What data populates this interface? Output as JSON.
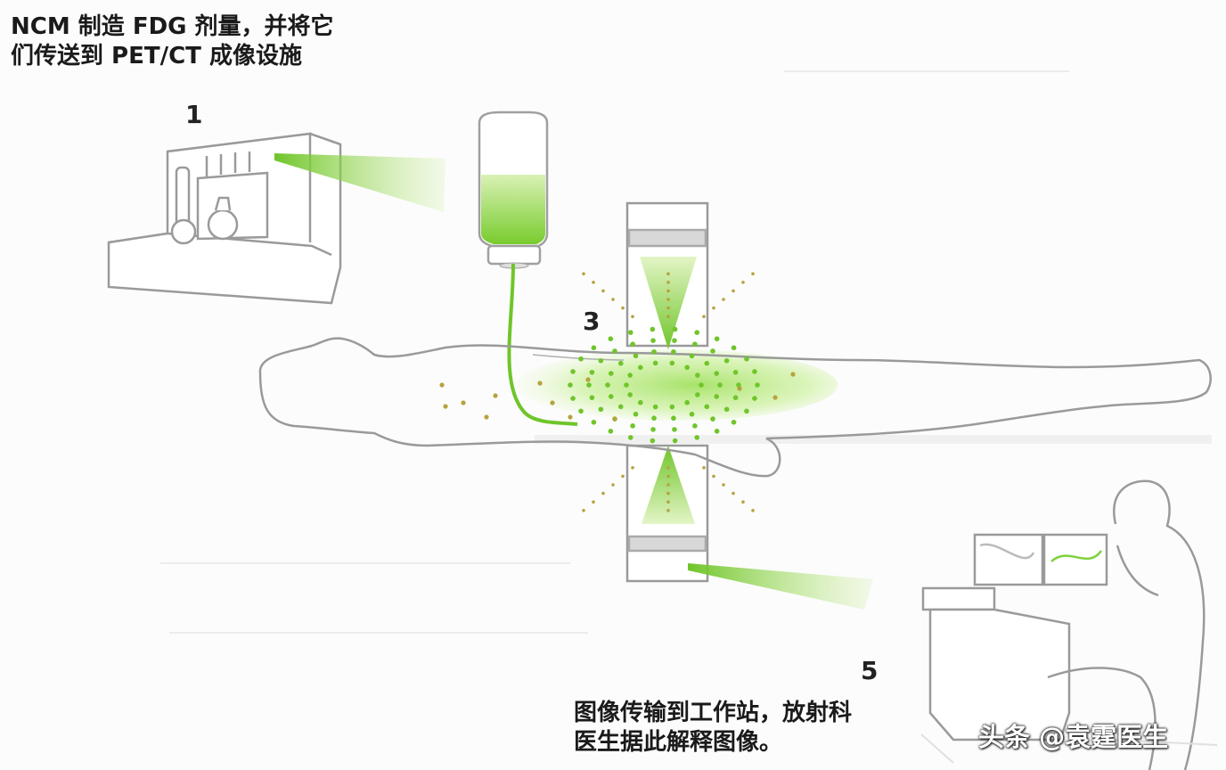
{
  "captions": {
    "top_line1": "NCM 制造 FDG 剂量，并将它",
    "top_line2": "们传送到 PET/CT 成像设施",
    "bottom_line1": "图像传输到工作站，放射科",
    "bottom_line2": "医生据此解释图像。"
  },
  "steps": {
    "s1": "1",
    "s3": "3",
    "s5": "5"
  },
  "watermark": "头条 @袁霆医生",
  "colors": {
    "accent_green": "#7fd13b",
    "glow_green": "#b7ea6e",
    "outline_gray": "#9a9a9a",
    "dot_olive": "#b7a23e"
  }
}
